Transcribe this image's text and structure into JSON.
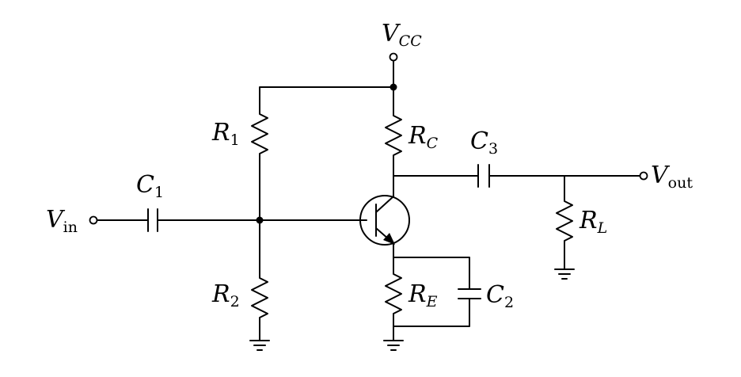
{
  "labels": {
    "vcc": {
      "main": "V",
      "sub": "CC"
    },
    "vin": {
      "main": "V",
      "sub": "in"
    },
    "vout": {
      "main": "V",
      "sub": "out"
    },
    "r1": {
      "main": "R",
      "sub": "1"
    },
    "r2": {
      "main": "R",
      "sub": "2"
    },
    "rc": {
      "main": "R",
      "sub": "C"
    },
    "re": {
      "main": "R",
      "sub": "E"
    },
    "rl": {
      "main": "R",
      "sub": "L"
    },
    "c1": {
      "main": "C",
      "sub": "1"
    },
    "c2": {
      "main": "C",
      "sub": "2"
    },
    "c3": {
      "main": "C",
      "sub": "3"
    }
  },
  "colors": {
    "line": "#000000",
    "background": "#ffffff"
  },
  "symbols": {
    "transistor": "npn-bjt-icon",
    "ground": "ground-icon",
    "terminal": "open-terminal-icon"
  }
}
